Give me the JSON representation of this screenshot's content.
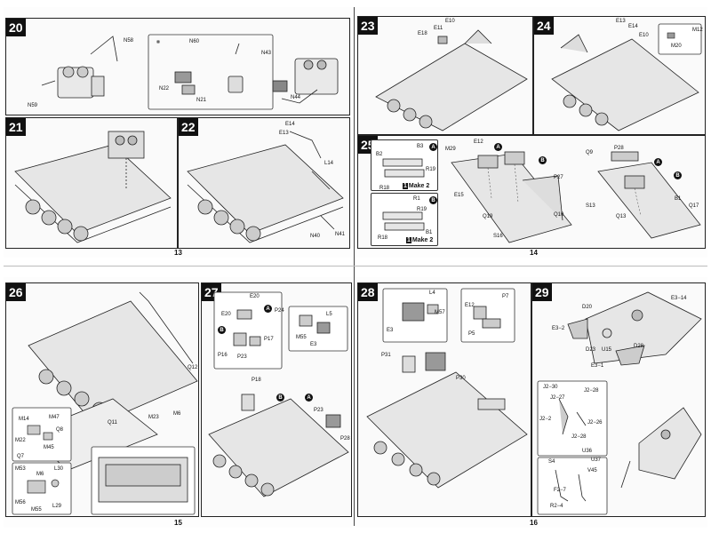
{
  "pages": [
    {
      "number": "13"
    },
    {
      "number": "14"
    },
    {
      "number": "15"
    },
    {
      "number": "16"
    }
  ],
  "steps": {
    "s20": {
      "num": "20",
      "labels": {
        "n58": "N58",
        "n59": "N59",
        "n60": "N60",
        "n22": "N22",
        "n21": "N21",
        "n43": "N43",
        "n44": "N44"
      }
    },
    "s21": {
      "num": "21"
    },
    "s22": {
      "num": "22",
      "labels": {
        "e14": "E14",
        "e13": "E13",
        "l14": "L14",
        "n40": "N40",
        "n41": "N41"
      }
    },
    "s23": {
      "num": "23",
      "labels": {
        "e10": "E10",
        "e11": "E11",
        "e18": "E18"
      }
    },
    "s24": {
      "num": "24",
      "labels": {
        "e13": "E13",
        "e14": "E14",
        "e10": "E10",
        "m12": "M12",
        "m20": "M20"
      }
    },
    "s25": {
      "num": "25",
      "labels": {
        "b2a": "B2",
        "b3": "B3",
        "r19a": "R19",
        "r18a": "R18",
        "make_a": "Make 2",
        "r1": "R1",
        "r19b": "R19",
        "b1a": "B1",
        "r18b": "R18",
        "make_b": "Make 2",
        "m29": "M29",
        "e12": "E12",
        "e15": "E15",
        "q19": "Q19",
        "p27": "P27",
        "q10": "Q10",
        "s16": "S16",
        "q9": "Q9",
        "p28": "P28",
        "s13": "S13",
        "q13": "Q13",
        "b1b": "B1",
        "q17": "Q17"
      }
    },
    "s26": {
      "num": "26",
      "labels": {
        "q12": "Q12",
        "q11": "Q11",
        "m23": "M23",
        "m6a": "M6",
        "m14": "M14",
        "m47": "M47",
        "q8": "Q8",
        "m22": "M22",
        "m45": "M45",
        "q7": "Q7",
        "m53": "M53",
        "m6b": "M6",
        "l30": "L30",
        "m56": "M56",
        "m55": "M55",
        "l29": "L29"
      }
    },
    "s27": {
      "num": "27",
      "labels": {
        "e20a": "E20",
        "e20b": "E20",
        "p24": "P24",
        "p17": "P17",
        "p16": "P16",
        "p23a": "P23",
        "l5": "L5",
        "m55": "M55",
        "e3": "E3",
        "p18": "P18",
        "p23b": "P23",
        "p28": "P28"
      }
    },
    "s28": {
      "num": "28",
      "labels": {
        "l4": "L4",
        "m57": "M57",
        "e3": "E3",
        "e12": "E12",
        "p7": "P7",
        "p5": "P5",
        "p31": "P31",
        "p30": "P30"
      }
    },
    "s29": {
      "num": "29",
      "labels": {
        "e3_14": "E3−14",
        "d20": "D20",
        "e3_2": "E3−2",
        "d23": "D23",
        "u15": "U15",
        "d28": "D28",
        "e3_1": "E3−1",
        "j2_30": "J2−30",
        "j2_28a": "J2−28",
        "j2_27": "J2−27",
        "j2_2": "J2−2",
        "j2_26": "J2−26",
        "j2_28b": "J2−28",
        "s4": "S4",
        "u36": "U36",
        "u37": "U37",
        "v45": "V45",
        "f2_7": "F2−7",
        "r2_4": "R2−4"
      }
    }
  },
  "callouts": {
    "a": "A",
    "b": "B",
    "make_num": "1"
  }
}
